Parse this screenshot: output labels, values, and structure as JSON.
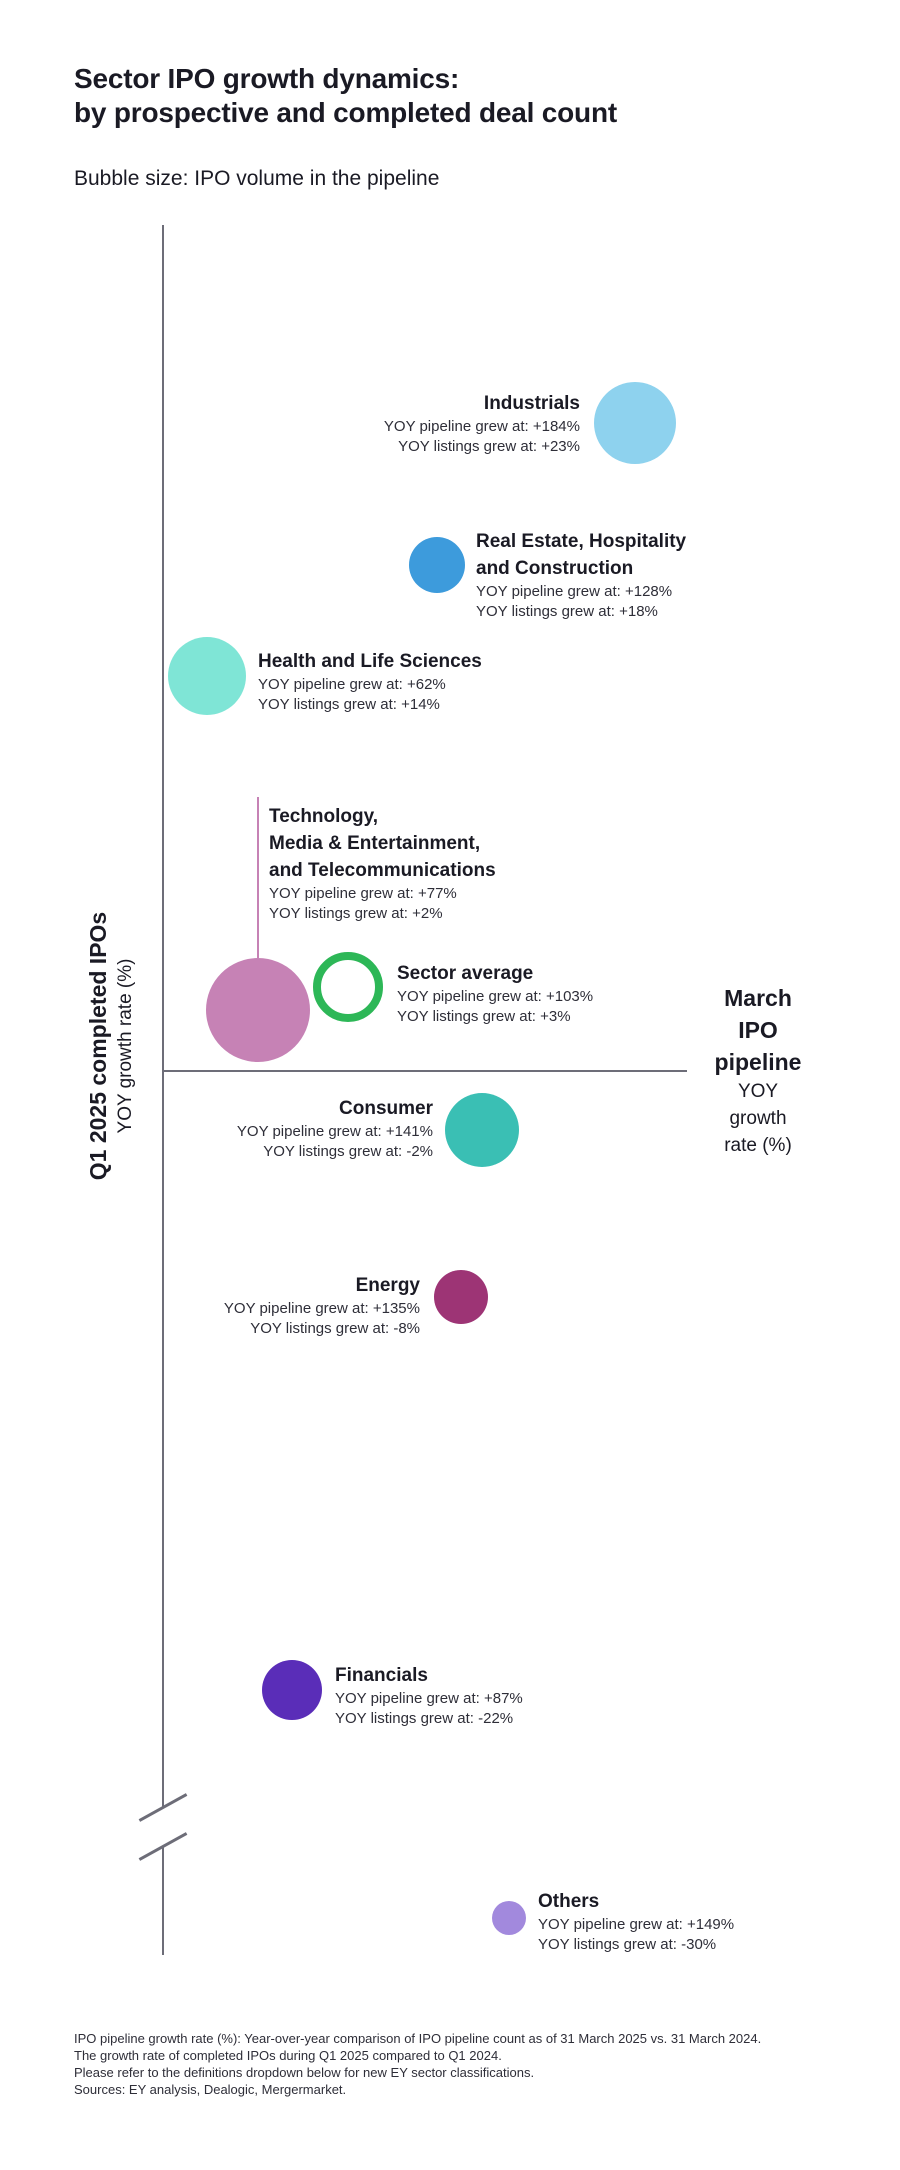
{
  "page": {
    "title": "Sector IPO growth dynamics:\nby prospective and completed deal count",
    "subtitle": "Bubble size: IPO volume in the pipeline"
  },
  "axes": {
    "y_label_main": "Q1 2025 completed IPOs",
    "y_label_sub": "YOY growth rate (%)",
    "x_label_main": "March\nIPO\npipeline",
    "x_label_sub": "YOY\ngrowth\nrate (%)"
  },
  "footnotes": {
    "lines": [
      "IPO pipeline growth rate (%): Year-over-year comparison of IPO pipeline count as of 31 March 2025 vs. 31 March 2024.",
      "The growth rate of completed IPOs during Q1 2025 compared to Q1 2024.",
      "Please refer to the definitions dropdown below for new EY sector classifications.",
      "Sources: EY analysis, Dealogic, Mergermarket."
    ]
  },
  "colors": {
    "axis": "#6d6d78",
    "text": "#1a1a24",
    "sector_average_ring": "#2db757"
  },
  "chart_data": {
    "type": "scatter",
    "subtype": "bubble",
    "title": "Sector IPO growth dynamics: by prospective and completed deal count",
    "bubble_size_meaning": "IPO volume in the pipeline",
    "xlabel": "March IPO pipeline YOY growth rate (%)",
    "ylabel": "Q1 2025 completed IPOs YOY growth rate (%)",
    "axis_break": "y-axis break between Financials and Others",
    "points": [
      {
        "sector": "Industrials",
        "x_pipeline_growth_pct": 184,
        "y_listings_growth_pct": 23,
        "pipeline_label": "YOY pipeline grew at: +184%",
        "listings_label": "YOY listings grew at: +23%",
        "color": "#8ed2ee",
        "bubble_radius_px": 41
      },
      {
        "sector": "Real Estate, Hospitality\nand Construction",
        "x_pipeline_growth_pct": 128,
        "y_listings_growth_pct": 18,
        "pipeline_label": "YOY pipeline grew at: +128%",
        "listings_label": "YOY listings grew at: +18%",
        "color": "#3d9bdc",
        "bubble_radius_px": 28
      },
      {
        "sector": "Health and Life Sciences",
        "x_pipeline_growth_pct": 62,
        "y_listings_growth_pct": 14,
        "pipeline_label": "YOY pipeline grew at: +62%",
        "listings_label": "YOY listings grew at: +14%",
        "color": "#7fe5d6",
        "bubble_radius_px": 39
      },
      {
        "sector": "Technology,\nMedia & Entertainment,\nand Telecommunications",
        "x_pipeline_growth_pct": 77,
        "y_listings_growth_pct": 2,
        "pipeline_label": "YOY pipeline grew at: +77%",
        "listings_label": "YOY listings grew at: +2%",
        "color": "#c682b5",
        "bubble_radius_px": 52
      },
      {
        "sector": "Sector average",
        "x_pipeline_growth_pct": 103,
        "y_listings_growth_pct": 3,
        "pipeline_label": "YOY pipeline grew at: +103%",
        "listings_label": "YOY listings grew at: +3%",
        "color": "#2db757",
        "bubble_radius_px": 35,
        "style": "ring"
      },
      {
        "sector": "Consumer",
        "x_pipeline_growth_pct": 141,
        "y_listings_growth_pct": -2,
        "pipeline_label": "YOY pipeline grew at: +141%",
        "listings_label": "YOY listings grew at: -2%",
        "color": "#3abfb4",
        "bubble_radius_px": 37
      },
      {
        "sector": "Energy",
        "x_pipeline_growth_pct": 135,
        "y_listings_growth_pct": -8,
        "pipeline_label": "YOY pipeline grew at: +135%",
        "listings_label": "YOY listings grew at: -8%",
        "color": "#9d3475",
        "bubble_radius_px": 27
      },
      {
        "sector": "Financials",
        "x_pipeline_growth_pct": 87,
        "y_listings_growth_pct": -22,
        "pipeline_label": "YOY pipeline grew at: +87%",
        "listings_label": "YOY listings grew at: -22%",
        "color": "#5a2db8",
        "bubble_radius_px": 30
      },
      {
        "sector": "Others",
        "x_pipeline_growth_pct": 149,
        "y_listings_growth_pct": -30,
        "pipeline_label": "YOY pipeline grew at: +149%",
        "listings_label": "YOY listings grew at: -30%",
        "color": "#a289dd",
        "bubble_radius_px": 17
      }
    ]
  }
}
